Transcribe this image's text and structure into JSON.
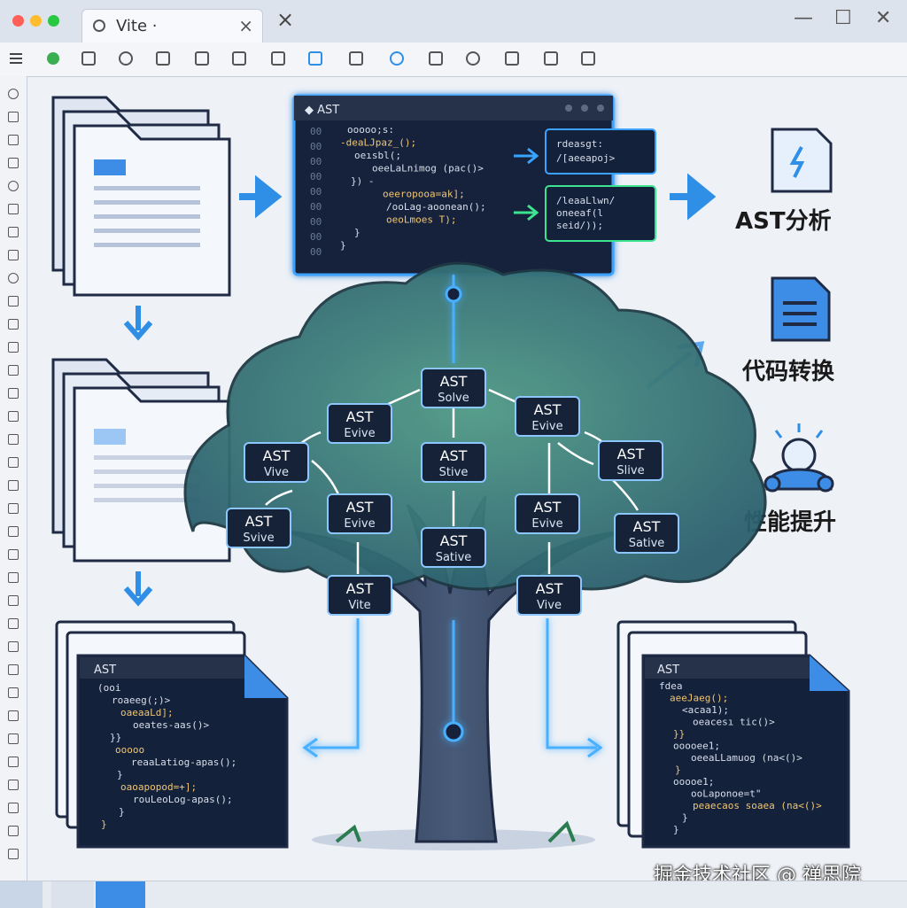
{
  "window": {
    "tab_title": "Vite ·",
    "tab_close": "×",
    "new_tab": "×",
    "controls": [
      "—",
      "☐",
      "✕"
    ]
  },
  "top_panel": {
    "header": "◆ AST",
    "line_numbers": [
      "00",
      "00",
      "00",
      "00",
      "00",
      "00",
      "00",
      "00",
      "00"
    ],
    "code_lines": [
      "ooooo;s:",
      "-deaLJpaz_();",
      "oeısbl(;",
      "oeeLaLnimog (pac()>",
      "}) -",
      "oeeropooa=ak];",
      "/ooLag-aoonean();",
      "oeoLmoes T);",
      "}",
      "}"
    ],
    "box1_lines": [
      "rdeasgt:",
      "/[aeeapoj>"
    ],
    "box2_lines": [
      "/leaaLlwn/",
      "oneeaf(l",
      "seid/));"
    ]
  },
  "side_labels": {
    "analysis": "AST分析",
    "transform": "代码转换",
    "performance": "性能提升"
  },
  "tree_nodes": [
    {
      "id": "n1",
      "title": "AST",
      "sub": "Solve"
    },
    {
      "id": "n2",
      "title": "AST",
      "sub": "Evive"
    },
    {
      "id": "n3",
      "title": "AST",
      "sub": "Evive"
    },
    {
      "id": "n4",
      "title": "AST",
      "sub": "Vive"
    },
    {
      "id": "n5",
      "title": "AST",
      "sub": "Stive"
    },
    {
      "id": "n6",
      "title": "AST",
      "sub": "Slive"
    },
    {
      "id": "n7",
      "title": "AST",
      "sub": "Svive"
    },
    {
      "id": "n8",
      "title": "AST",
      "sub": "Evive"
    },
    {
      "id": "n9",
      "title": "AST",
      "sub": "Evive"
    },
    {
      "id": "n10",
      "title": "AST",
      "sub": "Sative"
    },
    {
      "id": "n11",
      "title": "AST",
      "sub": "Sative"
    },
    {
      "id": "n12",
      "title": "AST",
      "sub": "Vite"
    },
    {
      "id": "n13",
      "title": "AST",
      "sub": "Vive"
    }
  ],
  "bottom_left_code": {
    "header": "AST",
    "lines": [
      "(ooi",
      "roaeeg(;)>",
      "oaeaaLd];",
      "oeates-aas()>",
      "}}",
      "ooooo",
      "reaaLatiog-apas();",
      "}",
      "oaoapopod=+];",
      "rouLeoLog-apas();",
      "}",
      "}"
    ]
  },
  "bottom_right_code": {
    "header": "AST",
    "lines": [
      "fdea",
      "aeeJaeg();",
      "<acaa1);",
      "oeacesı tic()>",
      "}}",
      "ooooee1;",
      "oeeaLLamuog (na<()>",
      "}",
      "ooooe1;",
      "ooLaponoe=t\"",
      "peaecaos soaea (na<()>",
      "}",
      "}"
    ]
  },
  "watermark": "掘金技术社区 @ 禅思院",
  "colors": {
    "accent_blue": "#2f8ee6",
    "glow_blue": "#3aa3ff",
    "code_bg": "#14213a",
    "tree_green": "#2e6e5d",
    "node_border": "#6fb7ff"
  }
}
